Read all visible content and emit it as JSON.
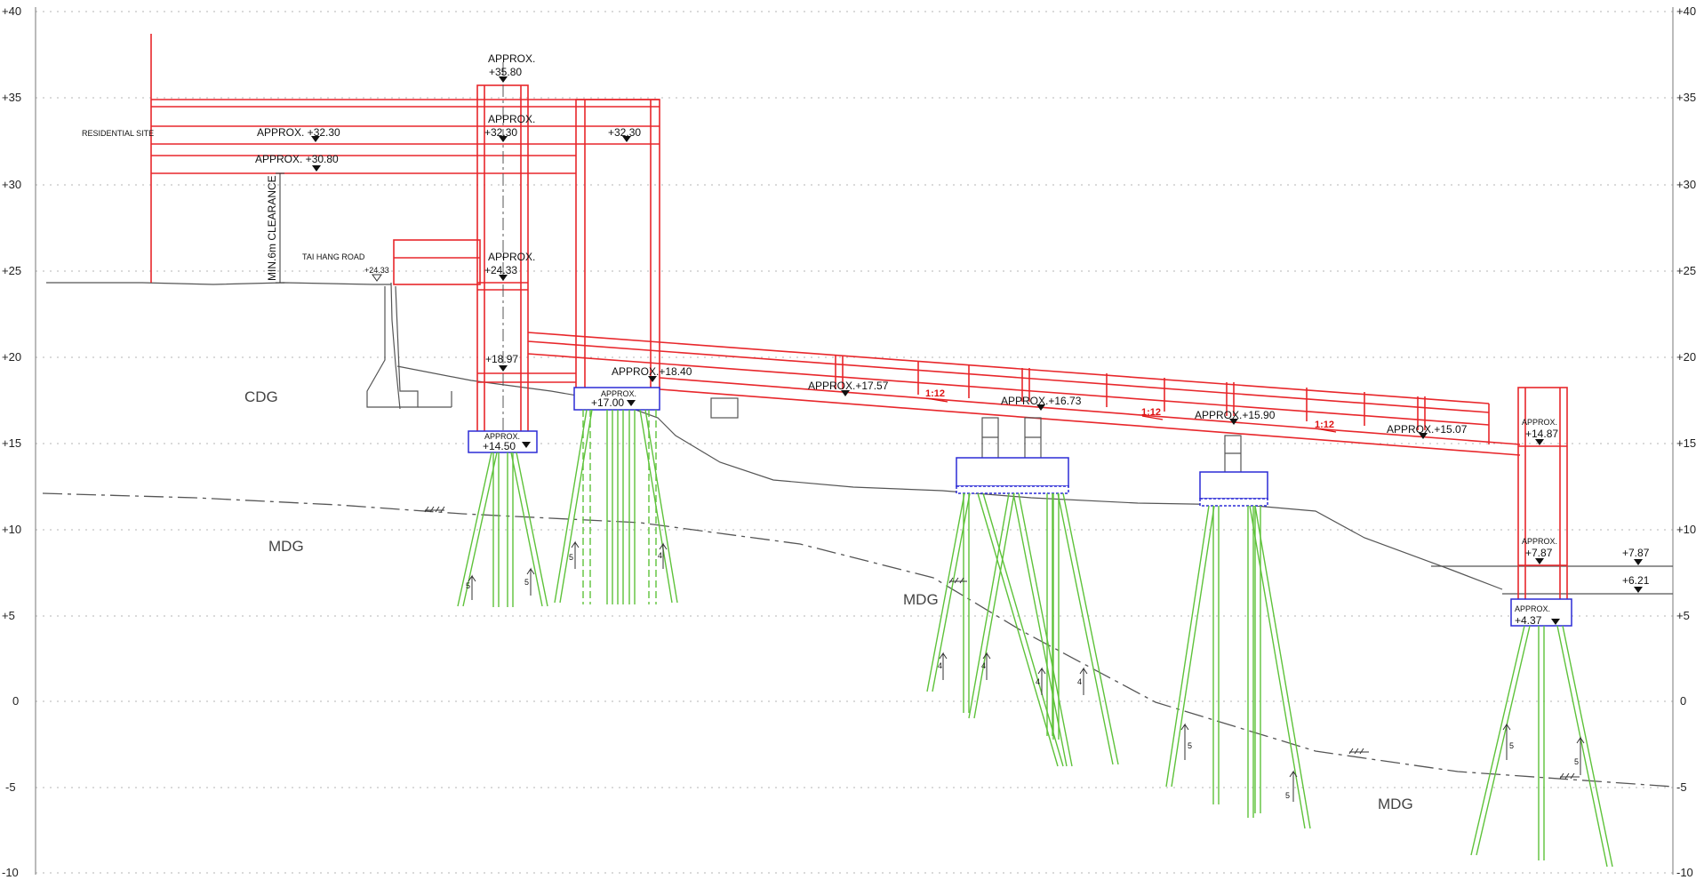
{
  "axis": {
    "y_ticks": [
      "+40",
      "+35",
      "+30",
      "+25",
      "+20",
      "+15",
      "+10",
      "+5",
      "0",
      "-5",
      "-10"
    ]
  },
  "labels": {
    "residential_site": "RESIDENTIAL SITE",
    "tai_hang_road": "TAI HANG ROAD",
    "clearance": "MIN.6m CLEARANCE",
    "cdg": "CDG",
    "mdg_left": "MDG",
    "mdg_mid": "MDG",
    "mdg_right": "MDG",
    "slope_1": "1:12",
    "slope_2": "1:12",
    "slope_3": "1:12"
  },
  "levels": {
    "approx_3230_left": "APPROX. +32.30",
    "approx_3080": "APPROX. +30.80",
    "road_2433": "+24.33",
    "tower1_top_approx": "APPROX.",
    "tower1_top_value": "+35.80",
    "tower1_3230_approx": "APPROX.",
    "tower1_3230_value": "+32.30",
    "tower1_2433_approx": "APPROX.",
    "tower1_2433_value": "+24.33",
    "tower1_1897": "+18.97",
    "tower1_base_approx": "APPROX.",
    "tower1_base_value": "+14.50",
    "tower2_3230": "+32.30",
    "tower2_1840": "APPROX.+18.40",
    "tower2_base_approx": "APPROX.",
    "tower2_base_value": "+17.00",
    "bridge_1757": "APPROX.+17.57",
    "bridge_1673": "APPROX.+16.73",
    "bridge_1590": "APPROX.+15.90",
    "bridge_1507": "APPROX.+15.07",
    "tower3_top_approx": "APPROX.",
    "tower3_top_value": "+14.87",
    "tower3_787_approx": "APPROX.",
    "tower3_787_value": "+7.87",
    "tower3_base_approx": "APPROX.",
    "tower3_base_value": "+4.37",
    "right_787": "+7.87",
    "right_621": "+6.21"
  },
  "pile_marks": [
    "5",
    "5",
    "5",
    "4",
    "4",
    "4",
    "4",
    "4",
    "5",
    "5",
    "5",
    "5"
  ],
  "colors": {
    "structure": "#e8272b",
    "caps": "#2b2bd6",
    "piles": "#5ec23a",
    "ground": "#555555",
    "grid": "#b5b5b5"
  }
}
